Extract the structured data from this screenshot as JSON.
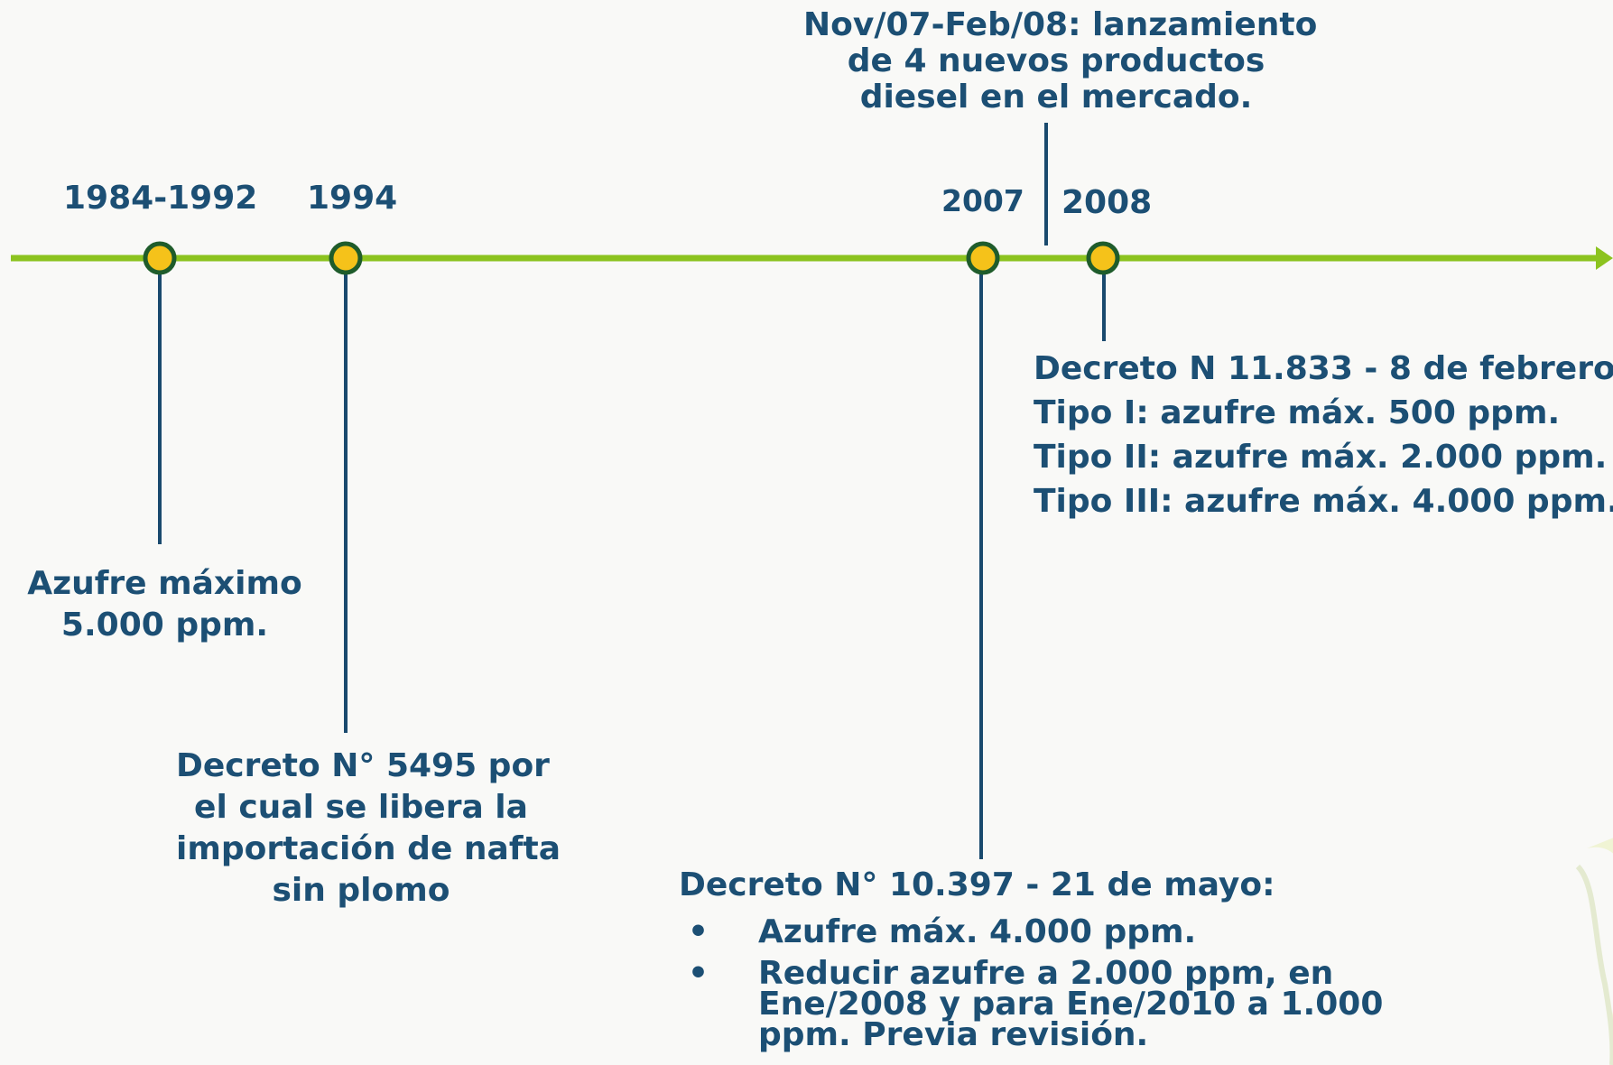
{
  "colors": {
    "axis": "#8cc31f",
    "marker_fill": "#f5c21a",
    "marker_stroke": "#1f5c2b",
    "connector": "#1a4a6e",
    "text": "#1c4f74"
  },
  "timeline": {
    "years": {
      "y1984": "1984-1992",
      "y1994": "1994",
      "y2007": "2007",
      "y2008": "2008"
    },
    "events": {
      "e1984": [
        "Azufre máximo",
        "5.000 ppm."
      ],
      "e1994": [
        "Decreto N° 5495 por",
        "el cual se libera la",
        "importación de nafta",
        "sin plomo"
      ],
      "e2008": [
        "Decreto N 11.833 - 8 de febrero",
        "Tipo I: azufre máx. 500 ppm.",
        "Tipo II: azufre máx. 2.000 ppm.",
        "Tipo III: azufre máx. 4.000 ppm."
      ],
      "enov": [
        "Nov/07-Feb/08: lanzamiento",
        "de 4 nuevos productos",
        "diesel en el mercado."
      ],
      "e2007": {
        "title": "Decreto N°  10.397 - 21 de mayo:",
        "bullets": [
          [
            "Azufre máx. 4.000 ppm."
          ],
          [
            "Reducir azufre a 2.000 ppm, en",
            "Ene/2008 y para Ene/2010 a 1.000",
            "ppm. Previa revisión."
          ]
        ]
      }
    }
  }
}
